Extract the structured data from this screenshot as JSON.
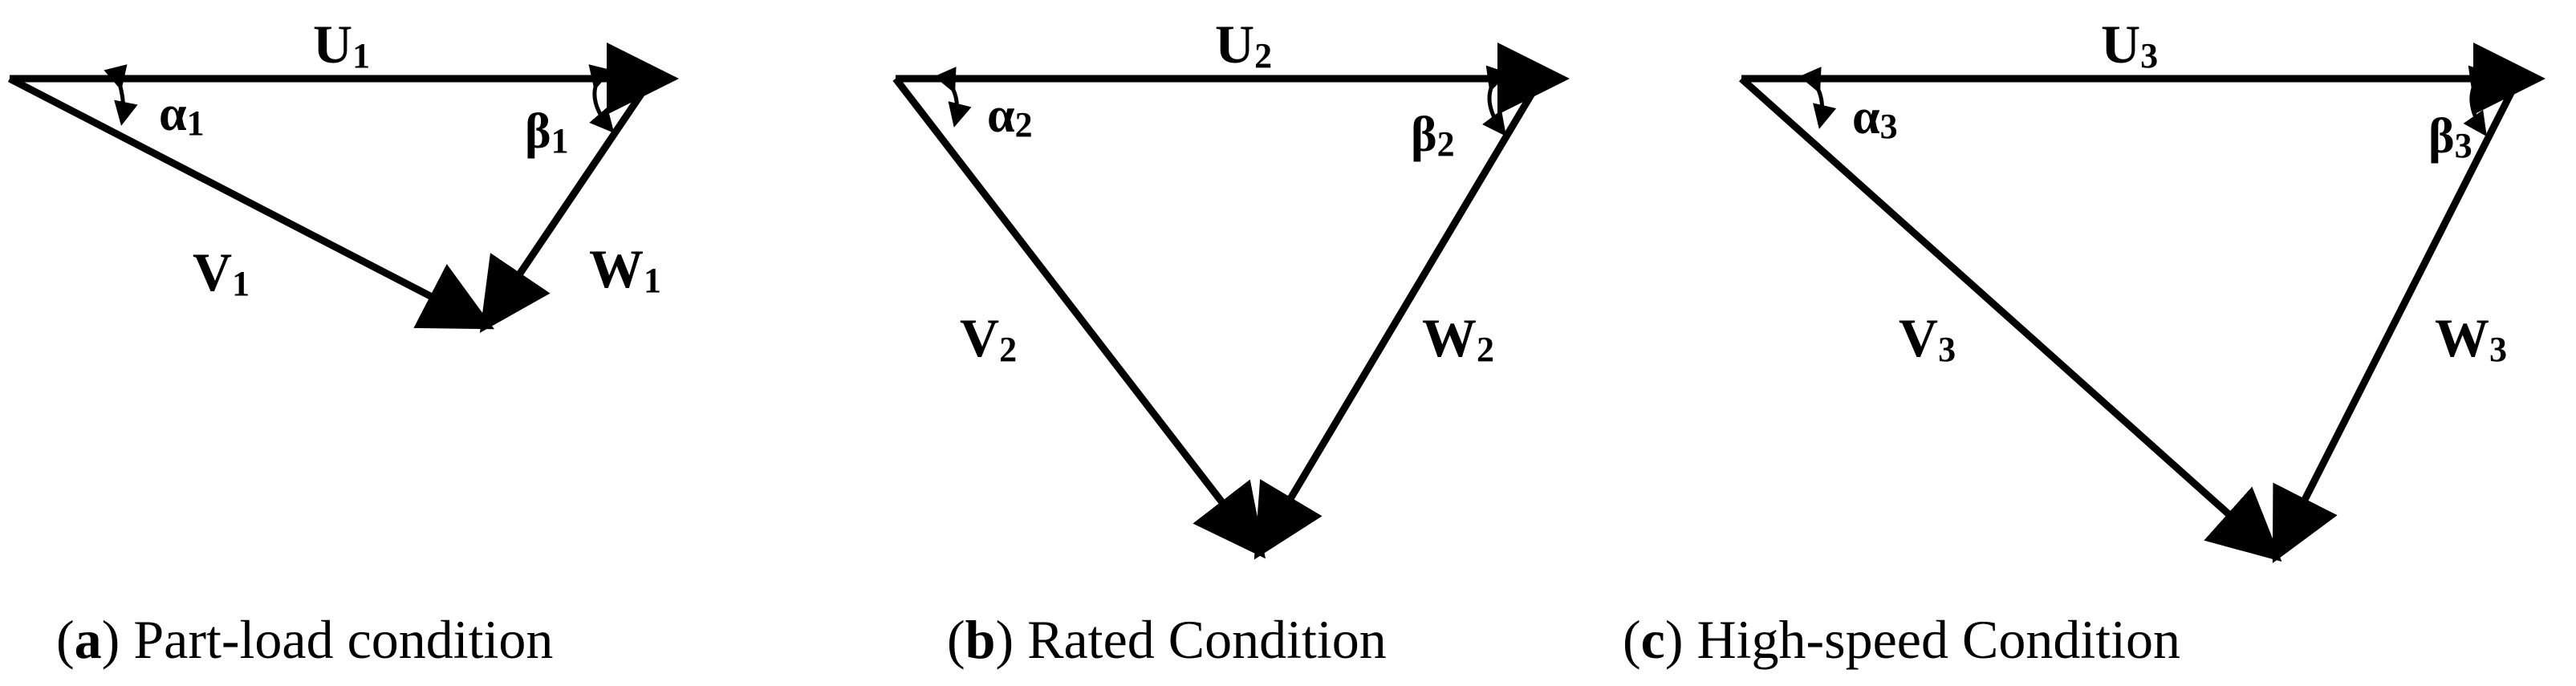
{
  "panels": [
    {
      "id": "a",
      "u_label": "U",
      "u_sub": "1",
      "v_label": "V",
      "v_sub": "1",
      "w_label": "W",
      "w_sub": "1",
      "alpha": "α",
      "alpha_sub": "1",
      "beta": "β",
      "beta_sub": "1",
      "caption_letter": "a",
      "caption_text": "Part-load condition"
    },
    {
      "id": "b",
      "u_label": "U",
      "u_sub": "2",
      "v_label": "V",
      "v_sub": "2",
      "w_label": "W",
      "w_sub": "2",
      "alpha": "α",
      "alpha_sub": "2",
      "beta": "β",
      "beta_sub": "2",
      "caption_letter": "b",
      "caption_text": "Rated Condition"
    },
    {
      "id": "c",
      "u_label": "U",
      "u_sub": "3",
      "v_label": "V",
      "v_sub": "3",
      "w_label": "W",
      "w_sub": "3",
      "alpha": "α",
      "alpha_sub": "3",
      "beta": "β",
      "beta_sub": "3",
      "caption_letter": "c",
      "caption_text": "High-speed Condition"
    }
  ]
}
